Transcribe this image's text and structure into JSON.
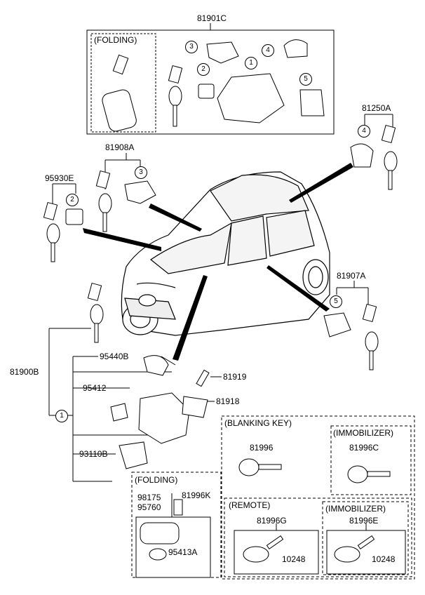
{
  "labels": {
    "p81901C": "81901C",
    "folding_top": "(FOLDING)",
    "p81250A": "81250A",
    "p81908A": "81908A",
    "p95930E": "95930E",
    "p81907A": "81907A",
    "p81900B": "81900B",
    "p95440B": "95440B",
    "p81919": "81919",
    "p95412": "95412",
    "p81918": "81918",
    "p93110B": "93110B",
    "blanking_key": "(BLANKING KEY)",
    "immobilizer_1": "(IMMOBILIZER)",
    "p81996": "81996",
    "p81996C": "81996C",
    "folding_bottom": "(FOLDING)",
    "p98175": "98175",
    "p81996K": "81996K",
    "p95760": "95760",
    "p95413A": "95413A",
    "remote": "(REMOTE)",
    "immobilizer_2": "(IMMOBILIZER)",
    "p81996G": "81996G",
    "p81996E": "81996E",
    "p10248_a": "10248",
    "p10248_b": "10248"
  },
  "callouts": {
    "c1": "1",
    "c2": "2",
    "c3": "3",
    "c4": "4",
    "c5": "5"
  }
}
